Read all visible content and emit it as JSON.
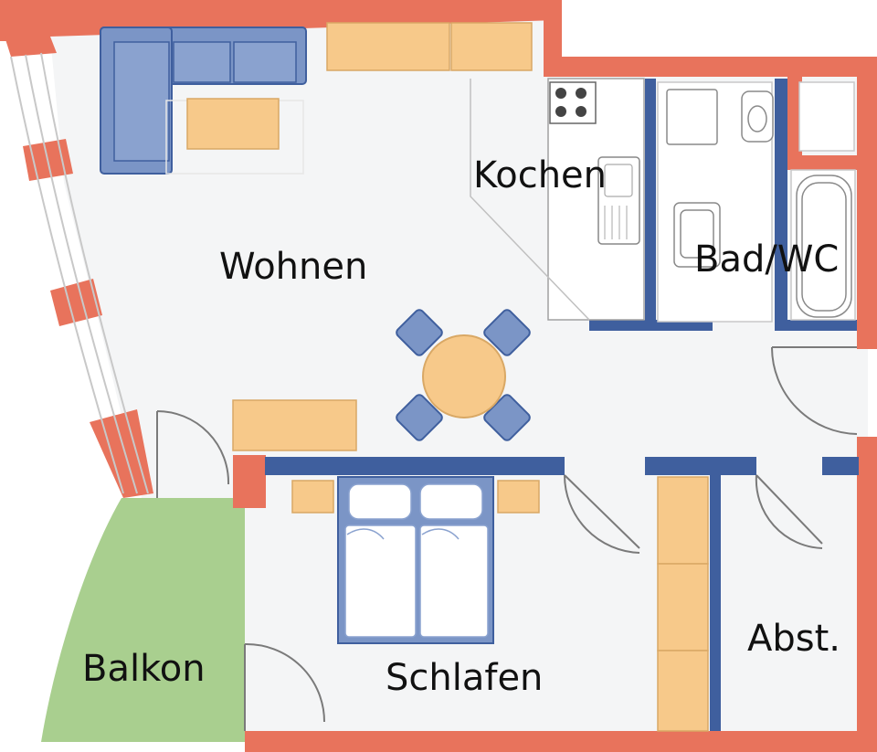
{
  "rooms": {
    "wohnen": "Wohnen",
    "kochen": "Kochen",
    "bad_wc": "Bad/WC",
    "schlafen": "Schlafen",
    "abst": "Abst.",
    "balkon": "Balkon"
  },
  "colors": {
    "exterior_wall": "#e8735c",
    "interior_wall": "#3f5f9e",
    "furniture_wood": "#f7c98a",
    "furniture_blue": "#7b95c6",
    "balcony": "#a9cf8f",
    "floor": "#f4f5f6",
    "fixture_line": "#8a8a8a"
  }
}
